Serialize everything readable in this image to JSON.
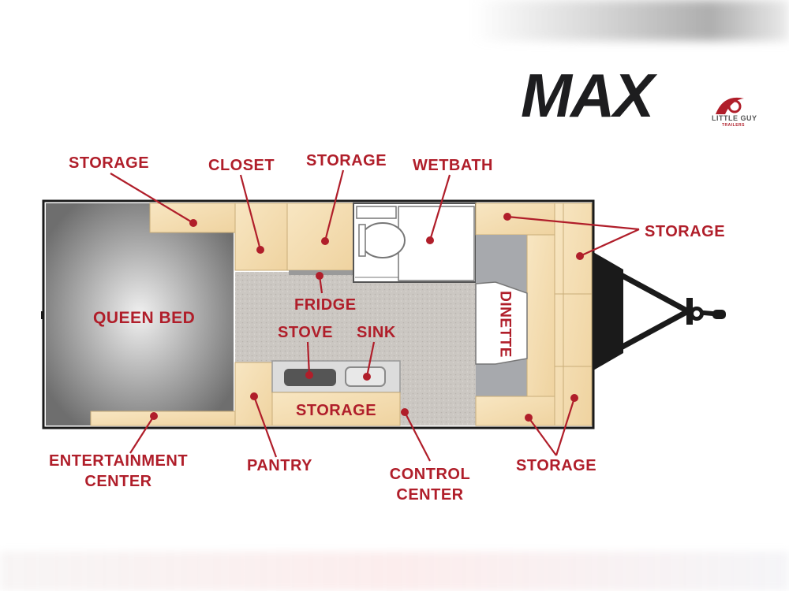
{
  "logo": {
    "wordmark": "MAX",
    "brand_line1": "LITTLE GUY",
    "brand_line2": "TRAILERS"
  },
  "labels": {
    "storage_top_left": "STORAGE",
    "closet": "CLOSET",
    "storage_top_mid": "STORAGE",
    "wetbath": "WETBATH",
    "storage_right": "STORAGE",
    "queen_bed": "QUEEN BED",
    "fridge": "FRIDGE",
    "stove": "STOVE",
    "sink": "SINK",
    "storage_kitchen": "STORAGE",
    "dinette": "DINETTE",
    "entertainment_line1": "ENTERTAINMENT",
    "entertainment_line2": "CENTER",
    "pantry": "PANTRY",
    "control_line1": "CONTROL",
    "control_line2": "CENTER",
    "storage_bottom_right": "STORAGE"
  },
  "colors": {
    "accent": "#b01e2a",
    "cabinet": "#f3dcae",
    "floor": "#c9c5c0",
    "bed": "#8a8a8a",
    "tongue": "#1a1a1a"
  }
}
